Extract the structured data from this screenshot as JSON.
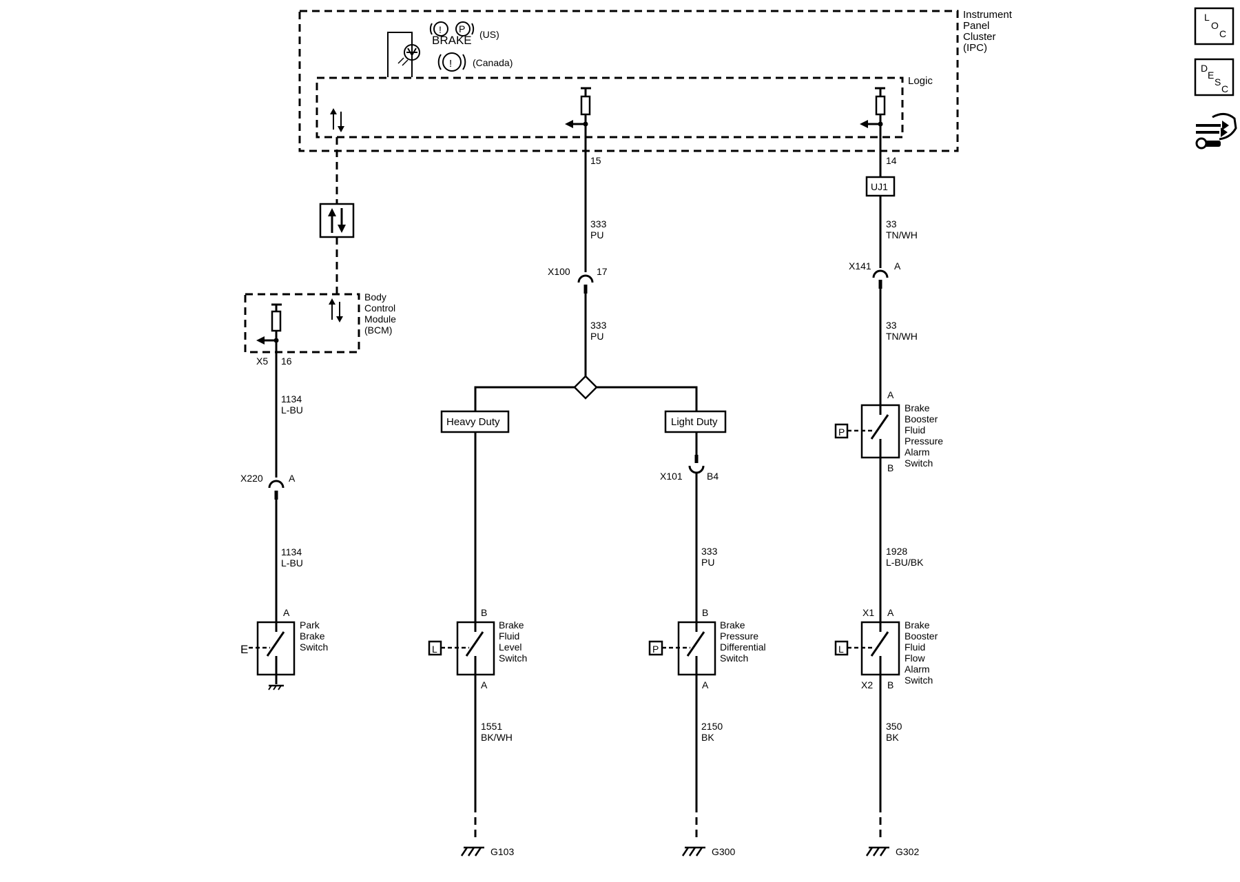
{
  "ipc": {
    "label_lines": [
      "Instrument",
      "Panel",
      "Cluster",
      "(IPC)"
    ],
    "logic_label": "Logic",
    "brake_text": "BRAKE",
    "us_label": "(US)",
    "canada_label": "(Canada)",
    "pin_a": "15",
    "pin_b": "14"
  },
  "bcm": {
    "label_lines": [
      "Body",
      "Control",
      "Module",
      "(BCM)"
    ],
    "connector": "X5",
    "pin": "16"
  },
  "nav": {
    "loc": {
      "l1": "L",
      "l2": "O",
      "l3": "C"
    },
    "desc": {
      "l1": "D",
      "l2": "E",
      "l3": "S",
      "l4": "C"
    }
  },
  "circuit_purple": {
    "wire_top": {
      "number": "333",
      "color": "PU"
    },
    "connector": "X100",
    "pin": "17",
    "wire_mid": {
      "number": "333",
      "color": "PU"
    },
    "heavy_duty_label": "Heavy Duty",
    "light_duty_label": "Light Duty"
  },
  "circuit_park": {
    "wire_top": {
      "number": "1134",
      "color": "L-BU"
    },
    "connector": "X220",
    "pin": "A",
    "wire_bottom": {
      "number": "1134",
      "color": "L-BU"
    },
    "switch_pin": "A",
    "switch_label_lines": [
      "Park",
      "Brake",
      "Switch"
    ],
    "switch_type": "E"
  },
  "circuit_fluid_level": {
    "pin_top": "B",
    "pin_bottom": "A",
    "switch_label_lines": [
      "Brake",
      "Fluid",
      "Level",
      "Switch"
    ],
    "switch_type": "L",
    "wire": {
      "number": "1551",
      "color": "BK/WH"
    },
    "ground": "G103"
  },
  "circuit_diff": {
    "connector": "X101",
    "pin": "B4",
    "wire_mid": {
      "number": "333",
      "color": "PU"
    },
    "pin_top": "B",
    "pin_bottom": "A",
    "switch_label_lines": [
      "Brake",
      "Pressure",
      "Differential",
      "Switch"
    ],
    "switch_type": "P",
    "wire": {
      "number": "2150",
      "color": "BK"
    },
    "ground": "G300"
  },
  "circuit_booster": {
    "splice": "UJ1",
    "wire_top": {
      "number": "33",
      "color": "TN/WH"
    },
    "connector": "X141",
    "pin": "A",
    "wire_mid": {
      "number": "33",
      "color": "TN/WH"
    },
    "pressure_switch": {
      "pin_top": "A",
      "pin_bottom": "B",
      "label_lines": [
        "Brake",
        "Booster",
        "Fluid",
        "Pressure",
        "Alarm",
        "Switch"
      ],
      "type": "P"
    },
    "wire_lower": {
      "number": "1928",
      "color": "L-BU/BK"
    },
    "flow_switch": {
      "conn_top": "X1",
      "pin_top": "A",
      "conn_bottom": "X2",
      "pin_bottom": "B",
      "label_lines": [
        "Brake",
        "Booster",
        "Fluid",
        "Flow",
        "Alarm",
        "Switch"
      ],
      "type": "L"
    },
    "wire": {
      "number": "350",
      "color": "BK"
    },
    "ground": "G302"
  }
}
